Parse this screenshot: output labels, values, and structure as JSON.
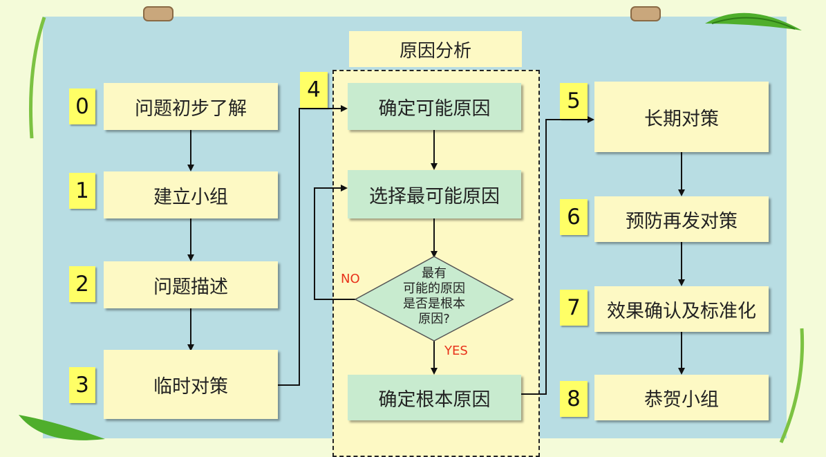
{
  "title": "原因分析",
  "left_steps": [
    {
      "num": "0",
      "label": "问题初步了解"
    },
    {
      "num": "1",
      "label": "建立小组"
    },
    {
      "num": "2",
      "label": "问题描述"
    },
    {
      "num": "3",
      "label": "临时对策"
    }
  ],
  "analysis": {
    "num": "4",
    "possible": "确定可能原因",
    "select": "选择最可能原因",
    "decision": [
      "最有",
      "可能的原因",
      "是否是根本",
      "原因?"
    ],
    "no_label": "NO",
    "yes_label": "YES",
    "root": "确定根本原因"
  },
  "right_steps": [
    {
      "num": "5",
      "label": "长期对策"
    },
    {
      "num": "6",
      "label": "预防再发对策"
    },
    {
      "num": "7",
      "label": "效果确认及标准化"
    },
    {
      "num": "8",
      "label": "恭贺小组"
    }
  ],
  "colors": {
    "board": "#b8dde3",
    "step_box": "#fdf9c4",
    "analysis_box": "#c8ebcf",
    "number_tag": "#ffff66",
    "branch_label": "#e8321a"
  }
}
